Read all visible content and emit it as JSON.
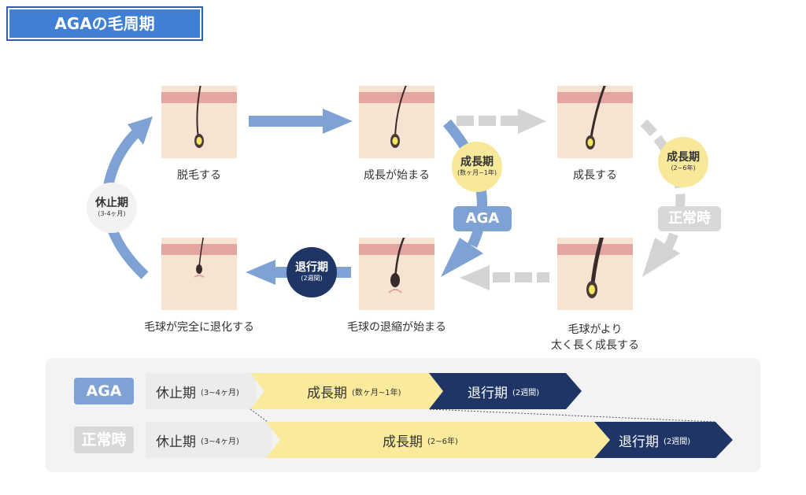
{
  "title": "AGAの毛周期",
  "stages": {
    "shedding": "脱毛する",
    "growth_start": "成長が始まる",
    "growing": "成長する",
    "grow_more": [
      "毛球がより",
      "太く長く成長する"
    ],
    "shrink_start": "毛球の退縮が始まる",
    "regressed": "毛球が完全に退化する"
  },
  "badges": {
    "rest": {
      "label": "休止期",
      "sub": "(3-4ヶ月)"
    },
    "growth_aga": {
      "label": "成長期",
      "sub": "(数ヶ月~1年)"
    },
    "growth_normal": {
      "label": "成長期",
      "sub": "(2~6年)"
    },
    "regress": {
      "label": "退行期",
      "sub": "(2週間)"
    }
  },
  "path_labels": {
    "aga": "AGA",
    "normal": "正常時"
  },
  "timeline": {
    "aga": {
      "tag": "AGA",
      "rest": {
        "label": "休止期",
        "sub": "(3~4ヶ月)"
      },
      "growth": {
        "label": "成長期",
        "sub": "(数ヶ月~1年)"
      },
      "regress": {
        "label": "退行期",
        "sub": "(2週間)"
      }
    },
    "normal": {
      "tag": "正常時",
      "rest": {
        "label": "休止期",
        "sub": "(3~4ヶ月)"
      },
      "growth": {
        "label": "成長期",
        "sub": "(2~6年)"
      },
      "regress": {
        "label": "退行期",
        "sub": "(2週間)"
      }
    }
  },
  "colors": {
    "title_bg": "#3f7fd6",
    "arrow_blue": "#7ea2d4",
    "arrow_gray": "#d4d4d4",
    "badge_yellow": "#f8e99a",
    "badge_navy": "#1f3566",
    "badge_light": "#f2f2f2",
    "aga_tag": "#7ea2d4",
    "normal_tag": "#d8d8d8",
    "rest_bar": "#ececec",
    "growth_bar": "#f9ea9c",
    "regress_bar": "#1f3566",
    "skin": "#f7e3d2",
    "skin_band": "#e4a5a2"
  }
}
